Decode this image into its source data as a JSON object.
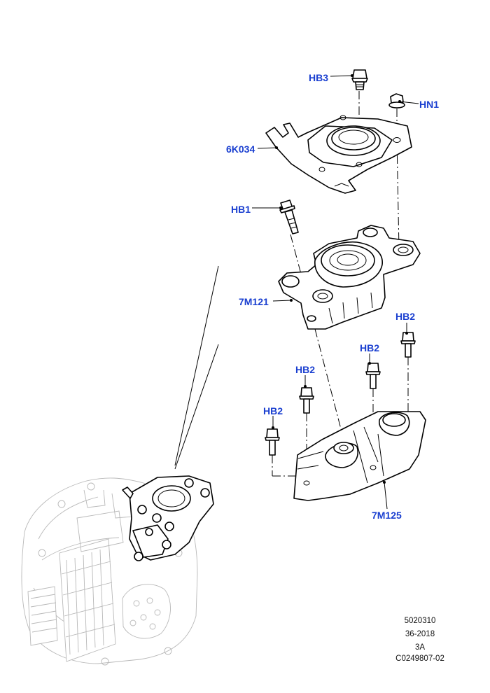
{
  "callouts": {
    "hb3": "HB3",
    "hn1": "HN1",
    "bracket": "6K034",
    "hb1": "HB1",
    "mount": "7M121",
    "hb2_a": "HB2",
    "hb2_b": "HB2",
    "hb2_c": "HB2",
    "hb2_d": "HB2",
    "support": "7M125"
  },
  "reference": {
    "line1": "5020310",
    "line2": "36-2018",
    "line3": "3A",
    "line4": "C0249807-02"
  },
  "colors": {
    "callout": "#1a3fd0",
    "line": "#000000",
    "ghost_transmission": "#b8b8b8"
  }
}
